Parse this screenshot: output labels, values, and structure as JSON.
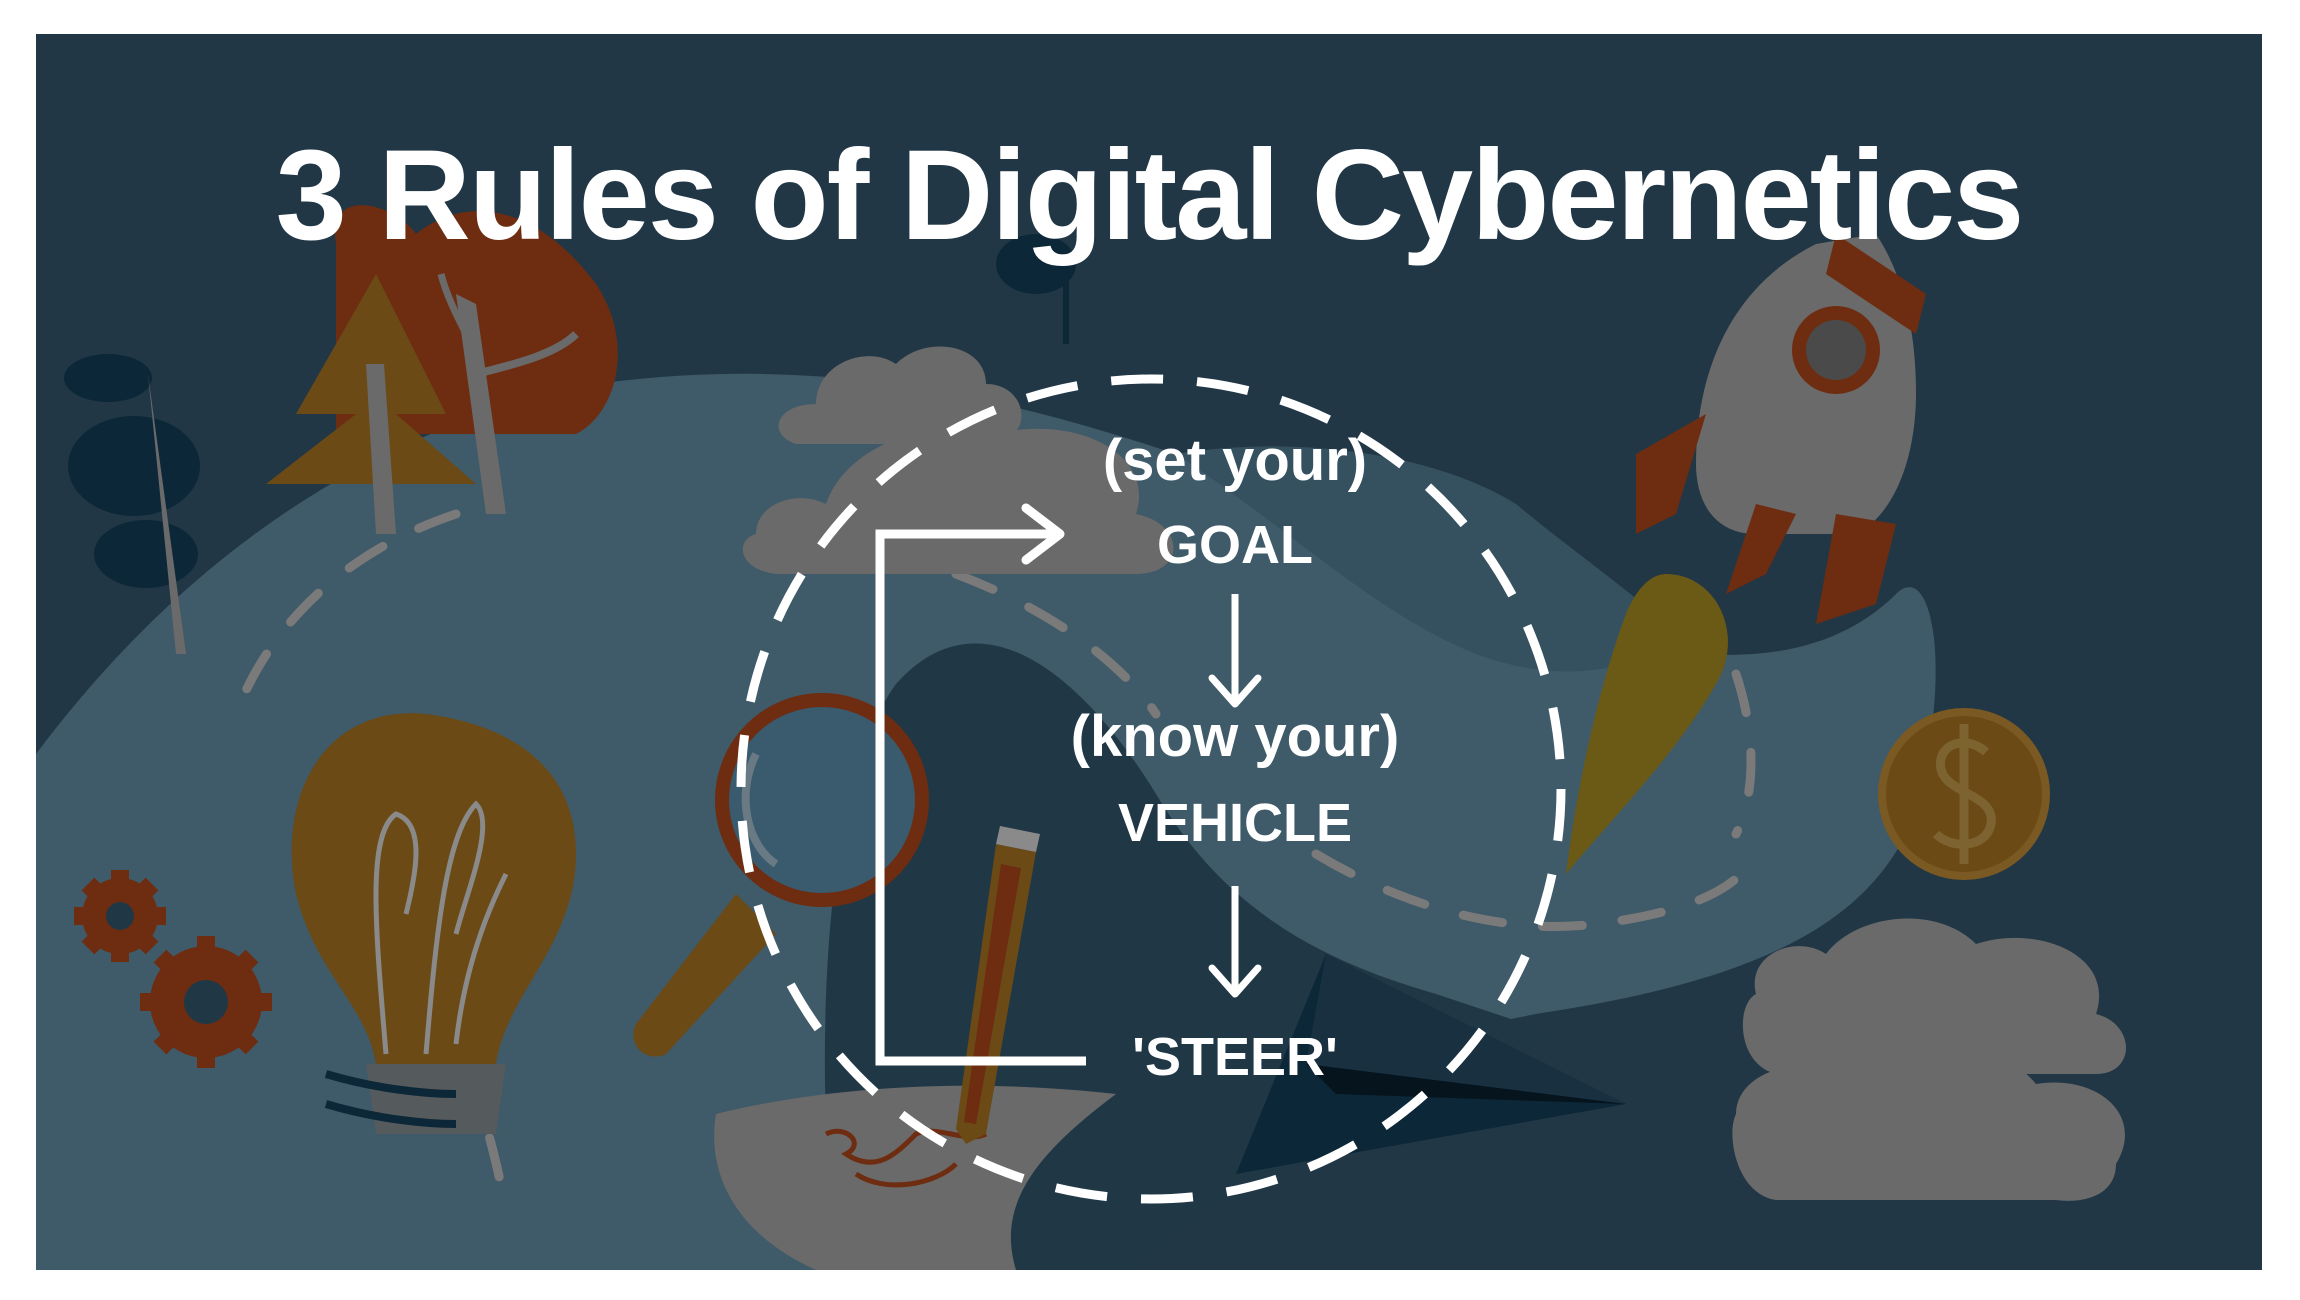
{
  "slide": {
    "title": "3 Rules of Digital Cybernetics",
    "background_color": "#213746"
  },
  "diagram": {
    "steps": [
      {
        "qualifier": "(set your)",
        "label": "GOAL"
      },
      {
        "qualifier": "(know your)",
        "label": "VEHICLE"
      },
      {
        "qualifier": "",
        "label": "'STEER'"
      }
    ],
    "loop_style": "dashed-circle",
    "feedback_arrow": "from STEER back to GOAL",
    "accent_colors": {
      "rust": "#6e2c10",
      "amber": "#6b4a16",
      "gray": "#6a6a6a",
      "teal_hill": "#3f5a68"
    }
  },
  "illustration_icons": [
    "trees-icon",
    "lightbulb-icon",
    "gears-icon",
    "magnifier-icon",
    "pencil-icon",
    "paper-icon",
    "paper-plane-icon",
    "rocket-icon",
    "coin-icon",
    "clouds-icon"
  ]
}
